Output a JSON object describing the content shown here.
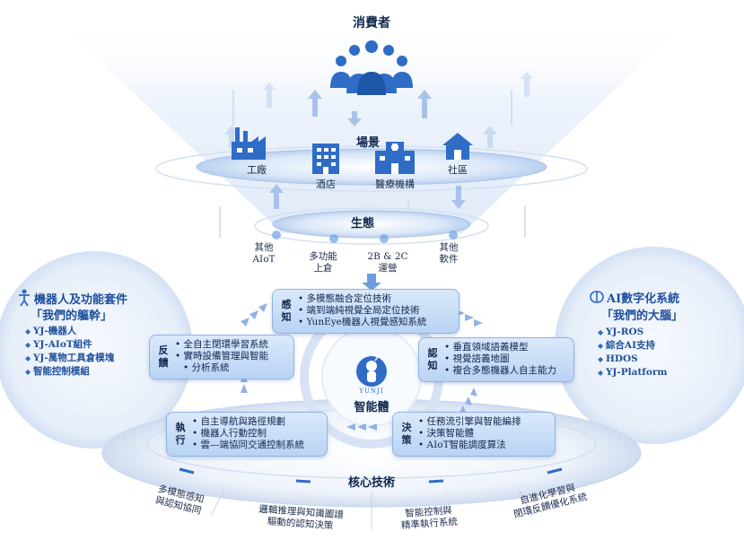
{
  "top": {
    "consumer_label": "消費者"
  },
  "scene": {
    "title": "場景",
    "items": [
      {
        "label": "工廠",
        "icon": "factory-icon"
      },
      {
        "label": "酒店",
        "icon": "hotel-icon"
      },
      {
        "label": "醫療機構",
        "icon": "hospital-icon"
      },
      {
        "label": "社區",
        "icon": "house-icon"
      }
    ]
  },
  "ecosystem": {
    "title": "生態",
    "items": [
      {
        "line1": "其他",
        "line2": "AIoT"
      },
      {
        "line1": "多功能",
        "line2": "上倉"
      },
      {
        "line1": "2B & 2C",
        "line2": "運營"
      },
      {
        "line1": "其他",
        "line2": "軟件"
      }
    ]
  },
  "left_panel": {
    "title": "機器人及功能套件",
    "subtitle": "「我們的軀幹」",
    "items": [
      "YJ-機器人",
      "YJ-AIoT組件",
      "YJ-萬物工具倉模塊",
      "智能控制模組"
    ]
  },
  "right_panel": {
    "title": "AI數字化系統",
    "subtitle": "「我們的大腦」",
    "items": [
      "YJ-ROS",
      "綜合AI支持",
      "HDOS",
      "YJ-Platform"
    ]
  },
  "modules": {
    "perception": {
      "tag": "感知",
      "items": [
        "多模態融合定位技術",
        "端到端純視覺全局定位技術",
        "YunEye機器人視覺感知系統"
      ]
    },
    "cognition": {
      "tag": "認知",
      "items": [
        "垂直領域語義模型",
        "視覺語義地圖",
        "複合多態機器人自主能力"
      ]
    },
    "decision": {
      "tag": "決策",
      "items": [
        "任務流引擎與智能編排",
        "決策智能體",
        "AIoT智能調度算法"
      ]
    },
    "execution": {
      "tag": "執行",
      "items": [
        "自主導航與路徑規劃",
        "機器人行動控制",
        "雲—端協同交通控制系統"
      ]
    },
    "feedback": {
      "tag": "反饋",
      "items": [
        "全自主閉環學習系統",
        "實時設備管理與智能",
        "分析系統"
      ]
    }
  },
  "center": {
    "logo_text": "YUNJI",
    "label": "智能體"
  },
  "core": {
    "title": "核心技術",
    "items": [
      {
        "line1": "多模態感知",
        "line2": "與認知協同"
      },
      {
        "line1": "邏輯推理與知識圖譜",
        "line2": "驅動的認知決策"
      },
      {
        "line1": "智能控制與",
        "line2": "精準執行系統"
      },
      {
        "line1": "自進化學習與",
        "line2": "閉環反饋優化系統"
      }
    ]
  },
  "colors": {
    "primary": "#2f6cc6",
    "dark_text": "#10264d",
    "module_fill": "#c9ddf6",
    "arrow": "#9fbde8"
  }
}
